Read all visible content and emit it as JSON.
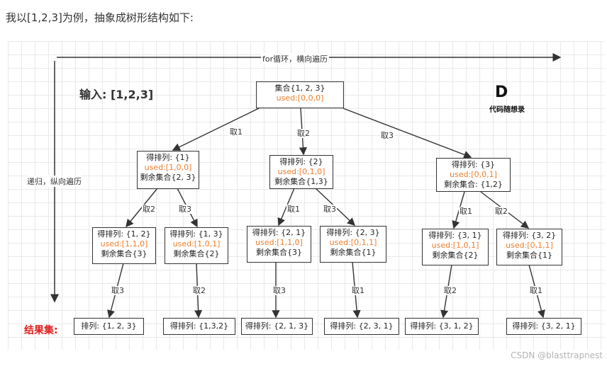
{
  "intro_text": "我以[1,2,3]为例，抽象成树形结构如下:",
  "axis_horizontal_label": "for循环，横向遍历",
  "axis_vertical_label": "递归，纵向遍历",
  "input_label": "输入: [1,2,3]",
  "result_label": "结果集:",
  "logo_text": "代码随想录",
  "root": {
    "title": "集合{1, 2, 3}",
    "used": "used:[0,0,0]"
  },
  "level1": [
    {
      "title": "得排列: {1}",
      "used": "used:[1,0,0]",
      "rest": "剩余集合{2, 3}",
      "edge": "取1"
    },
    {
      "title": "得排列: {2}",
      "used": "used:[0,1,0]",
      "rest": "剩余集合{1,3}",
      "edge": "取2"
    },
    {
      "title": "得排列: {3}",
      "used": "used:[0,0,1]",
      "rest": "剩余集合: {1,2}",
      "edge": "取3"
    }
  ],
  "level2": [
    {
      "title": "得排列: {1, 2}",
      "used": "used:[1,1,0]",
      "rest": "剩余集合{3}",
      "edge": "取2"
    },
    {
      "title": "得排列: {1, 3}",
      "used": "used:[1,0,1]",
      "rest": "剩余集合{2}",
      "edge": "取3"
    },
    {
      "title": "得排列: {2, 1}",
      "used": "used:[1,1,0]",
      "rest": "剩余集合{3}",
      "edge": "取1"
    },
    {
      "title": "得排列: {2, 3}",
      "used": "used:[0,1,1]",
      "rest": "剩余集合{1}",
      "edge": "取3"
    },
    {
      "title": "得排列: {3, 1}",
      "used": "used:[1,0,1]",
      "rest": "剩余集合{2}",
      "edge": "取1"
    },
    {
      "title": "得排列: {3, 2}",
      "used": "used:[0,1,1]",
      "rest": "剩余集合{1}",
      "edge": "取2"
    }
  ],
  "results": [
    {
      "text": "排列: {1, 2, 3}",
      "edge": "取3"
    },
    {
      "text": "得排列: {1,3,2}",
      "edge": "取2"
    },
    {
      "text": "得排列: {2, 1, 3}",
      "edge": "取3"
    },
    {
      "text": "得排列: {2, 3, 1}",
      "edge": "取1"
    },
    {
      "text": "得排列: {3, 1, 2}",
      "edge": "取2"
    },
    {
      "text": "得排列: {3, 2, 1}",
      "edge": "取1"
    }
  ],
  "watermark": "CSDN @blasttrapnest",
  "colors": {
    "used": "#f07c2a",
    "result_label": "#e02020",
    "logo_accent": "#1a5fbf"
  }
}
